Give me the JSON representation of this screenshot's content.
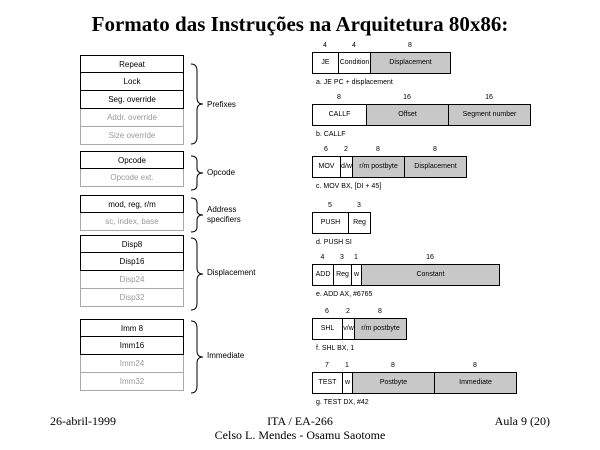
{
  "title": "Formato das Instruções na Arquitetura 80x86:",
  "left_stack": {
    "prefixes": {
      "label": "Prefixes",
      "items": [
        {
          "label": "Repeat",
          "faded": false
        },
        {
          "label": "Lock",
          "faded": false
        },
        {
          "label": "Seg. override",
          "faded": false
        },
        {
          "label": "Addr. override",
          "faded": true
        },
        {
          "label": "Size override",
          "faded": true
        }
      ]
    },
    "opcode": {
      "label": "Opcode",
      "items": [
        {
          "label": "Opcode",
          "faded": false
        },
        {
          "label": "Opcode ext.",
          "faded": true
        }
      ]
    },
    "address_specifiers": {
      "label_line1": "Address",
      "label_line2": "specifiers",
      "items": [
        {
          "label": "mod, reg, r/m",
          "faded": false
        },
        {
          "label": "sc, index, base",
          "faded": true
        }
      ]
    },
    "displacement": {
      "label": "Displacement",
      "items": [
        {
          "label": "Disp8",
          "faded": false
        },
        {
          "label": "Disp16",
          "faded": false
        },
        {
          "label": "Disp24",
          "faded": true
        },
        {
          "label": "Disp32",
          "faded": true
        }
      ]
    },
    "immediate": {
      "label": "Immediate",
      "items": [
        {
          "label": "Imm 8",
          "faded": false
        },
        {
          "label": "Imm16",
          "faded": false
        },
        {
          "label": "Imm24",
          "faded": true
        },
        {
          "label": "Imm32",
          "faded": true
        }
      ]
    }
  },
  "formats": [
    {
      "bits": [
        "4",
        "4",
        "8"
      ],
      "fields": [
        {
          "label": "JE",
          "gray": false
        },
        {
          "label": "Condition",
          "gray": false
        },
        {
          "label": "Displacement",
          "gray": true
        }
      ],
      "example": "a. JE PC + displacement"
    },
    {
      "bits": [
        "8",
        "16",
        "16"
      ],
      "fields": [
        {
          "label": "CALLF",
          "gray": false
        },
        {
          "label": "Offset",
          "gray": true
        },
        {
          "label": "Segment number",
          "gray": true
        }
      ],
      "example": "b. CALLF"
    },
    {
      "bits": [
        "6",
        "2",
        "8",
        "8"
      ],
      "fields": [
        {
          "label": "MOV",
          "gray": false
        },
        {
          "label": "d/w",
          "gray": false
        },
        {
          "label": "r/m postbyte",
          "gray": true
        },
        {
          "label": "Displacement",
          "gray": true
        }
      ],
      "example": "c. MOV BX, [DI + 45]"
    },
    {
      "bits": [
        "5",
        "3"
      ],
      "fields": [
        {
          "label": "PUSH",
          "gray": false
        },
        {
          "label": "Reg",
          "gray": false
        }
      ],
      "example": "d. PUSH SI"
    },
    {
      "bits": [
        "4",
        "3",
        "1",
        "16"
      ],
      "fields": [
        {
          "label": "ADD",
          "gray": false
        },
        {
          "label": "Reg",
          "gray": false
        },
        {
          "label": "w",
          "gray": false
        },
        {
          "label": "Constant",
          "gray": true
        }
      ],
      "example": "e. ADD AX, #6765"
    },
    {
      "bits": [
        "6",
        "2",
        "8"
      ],
      "fields": [
        {
          "label": "SHL",
          "gray": false
        },
        {
          "label": "v/w",
          "gray": false
        },
        {
          "label": "r/m postbyte",
          "gray": true
        }
      ],
      "example": "f. SHL BX, 1"
    },
    {
      "bits": [
        "7",
        "1",
        "8",
        "8"
      ],
      "fields": [
        {
          "label": "TEST",
          "gray": false
        },
        {
          "label": "w",
          "gray": false
        },
        {
          "label": "Postbyte",
          "gray": true
        },
        {
          "label": "Immediate",
          "gray": true
        }
      ],
      "example": "g. TEST DX, #42"
    }
  ],
  "footer": {
    "date": "26-abril-1999",
    "course": "ITA / EA-266",
    "authors": "Celso L. Mendes - Osamu Saotome",
    "page": "Aula 9 (20)"
  }
}
